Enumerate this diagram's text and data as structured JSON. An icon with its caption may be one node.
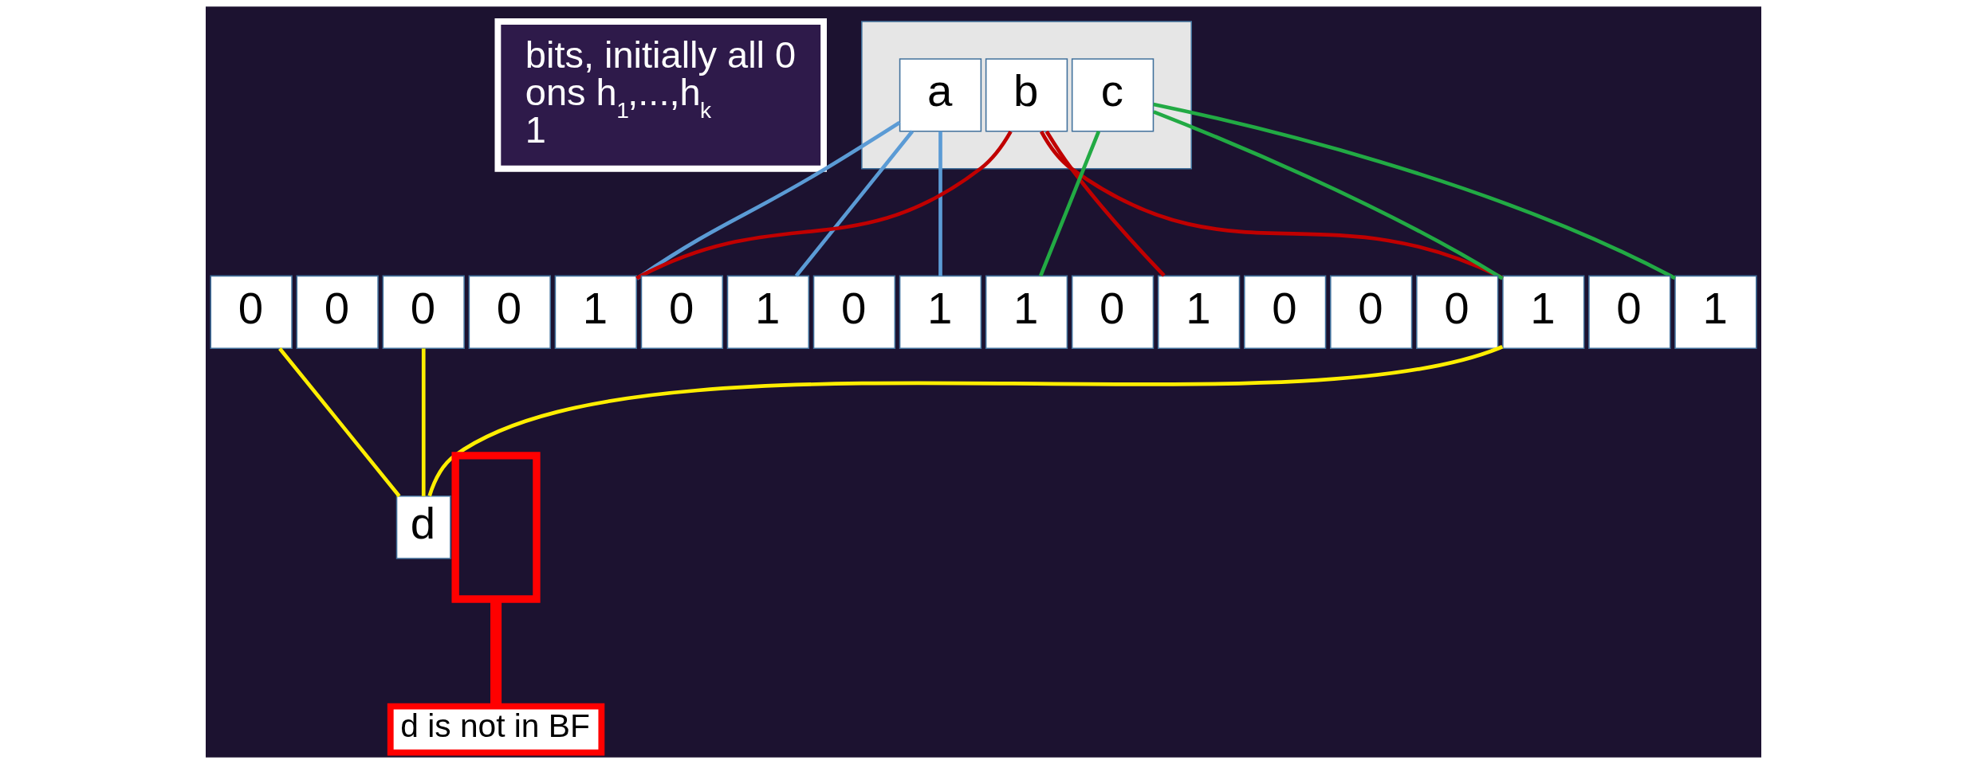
{
  "diagram": {
    "nodes": [
      {
        "text": [
          "bits, initially all 0",
          "ons h$_{1}$,...,h$_{k}$",
          "1"
        ]
      },
      {
        "text": [],
        "shape": "box"
      },
      {
        "text": [
          "a"
        ],
        "in": 1
      },
      {
        "text": [
          "b"
        ],
        "in": 1
      },
      {
        "text": [
          "c"
        ],
        "in": 1
      },
      {
        "text": [
          "0"
        ]
      },
      {
        "text": [
          "0"
        ]
      },
      {
        "text": [
          "0"
        ]
      },
      {
        "text": [
          "0"
        ]
      },
      {
        "text": [
          "1"
        ]
      },
      {
        "text": [
          "0"
        ]
      },
      {
        "text": [
          "1"
        ]
      },
      {
        "text": [
          "0"
        ]
      },
      {
        "text": [
          "1"
        ]
      },
      {
        "text": [
          "1"
        ]
      },
      {
        "text": [
          "0"
        ]
      },
      {
        "text": [
          "1"
        ]
      },
      {
        "text": [
          "0"
        ]
      },
      {
        "text": [
          "0"
        ]
      },
      {
        "text": [
          "0"
        ]
      },
      {
        "text": [
          "1"
        ]
      },
      {
        "text": [
          "0"
        ]
      },
      {
        "text": [
          "1"
        ]
      },
      {
        "text": [
          "d"
        ]
      },
      {
        "text": [],
        "shape": "box"
      },
      {
        "text": [
          "d is not in BF"
        ]
      }
    ],
    "edges": [
      {
        "from": 2,
        "to": 9,
        "arrow": "none",
        "color": "#5b9bd5"
      },
      {
        "from": 2,
        "to": 11,
        "arrow": "none",
        "color": "#5b9bd5"
      },
      {
        "from": 2,
        "to": 13,
        "arrow": "none",
        "color": "#5b9bd5"
      },
      {
        "from": 3,
        "to": 9,
        "arrow": "none",
        "color": "#c00000"
      },
      {
        "from": 3,
        "to": 16,
        "arrow": "none",
        "color": "#c00000"
      },
      {
        "from": 3,
        "to": 20,
        "arrow": "none",
        "color": "#c00000"
      },
      {
        "from": 4,
        "to": 14,
        "arrow": "none",
        "color": "#22aa44"
      },
      {
        "from": 4,
        "to": 20,
        "arrow": "none",
        "color": "#22aa44"
      },
      {
        "from": 4,
        "to": 22,
        "arrow": "none",
        "color": "#22aa44"
      },
      {
        "from": 5,
        "to": 23,
        "arrow": "none",
        "color": "#ffee00"
      },
      {
        "from": 7,
        "to": 23,
        "arrow": "none",
        "color": "#ffee00"
      },
      {
        "from": 20,
        "to": 23,
        "arrow": "none",
        "color": "#ffee00"
      },
      {
        "from": 24,
        "to": 25,
        "arrow": "none",
        "style": "thick",
        "color": "#ff0000"
      }
    ]
  }
}
